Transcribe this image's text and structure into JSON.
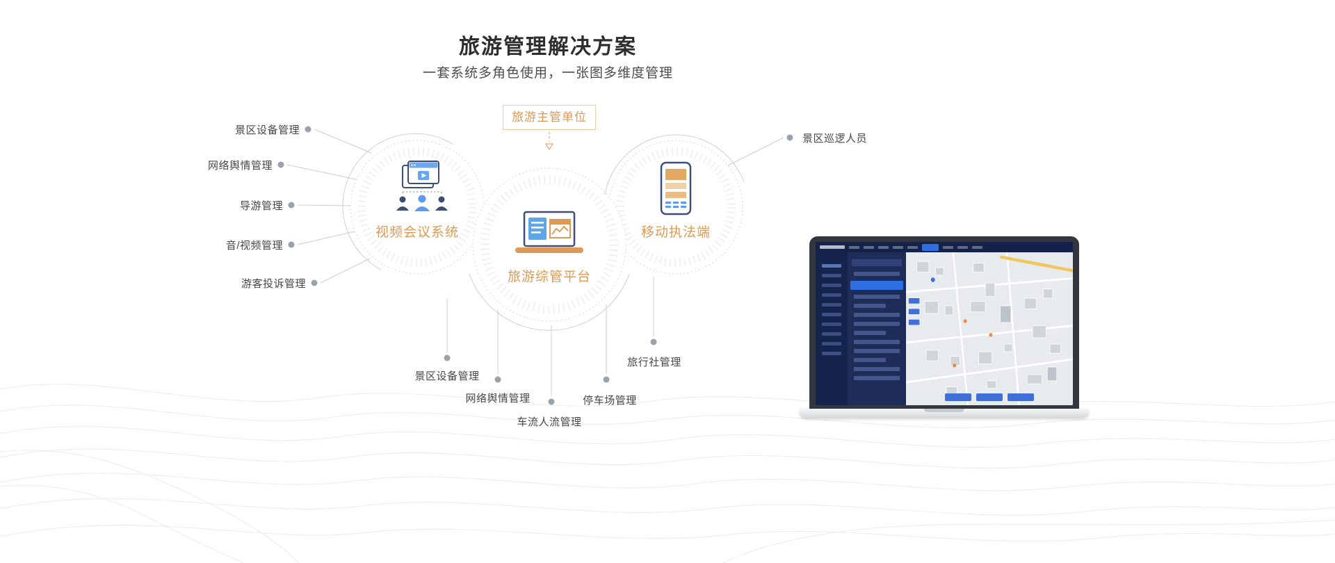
{
  "page": {
    "title": "旅游管理解决方案",
    "subtitle": "一套系统多角色使用，一张图多维度管理"
  },
  "diagram": {
    "top_box_label": "旅游主管单位",
    "nodes": [
      {
        "label": "视频会议系统",
        "icon": "video-conference-icon"
      },
      {
        "label": "旅游综管平台",
        "icon": "platform-laptop-icon"
      },
      {
        "label": "移动执法端",
        "icon": "mobile-phone-icon"
      }
    ],
    "left_labels": [
      "景区设备管理",
      "网络舆情管理",
      "导游管理",
      "音/视频管理",
      "游客投诉管理"
    ],
    "right_label": "景区巡逻人员",
    "bottom_labels": [
      "景区设备管理",
      "网络舆情管理",
      "车流人流管理",
      "停车场管理",
      "旅行社管理"
    ],
    "colors": {
      "accent_orange": "#DD9A57",
      "navy": "#3D4E74",
      "blue": "#5E9BEF",
      "line_gray": "#CFCFCF"
    }
  },
  "laptop_preview": {
    "content": "dashboard-with-sidebar-and-3d-city-map"
  }
}
